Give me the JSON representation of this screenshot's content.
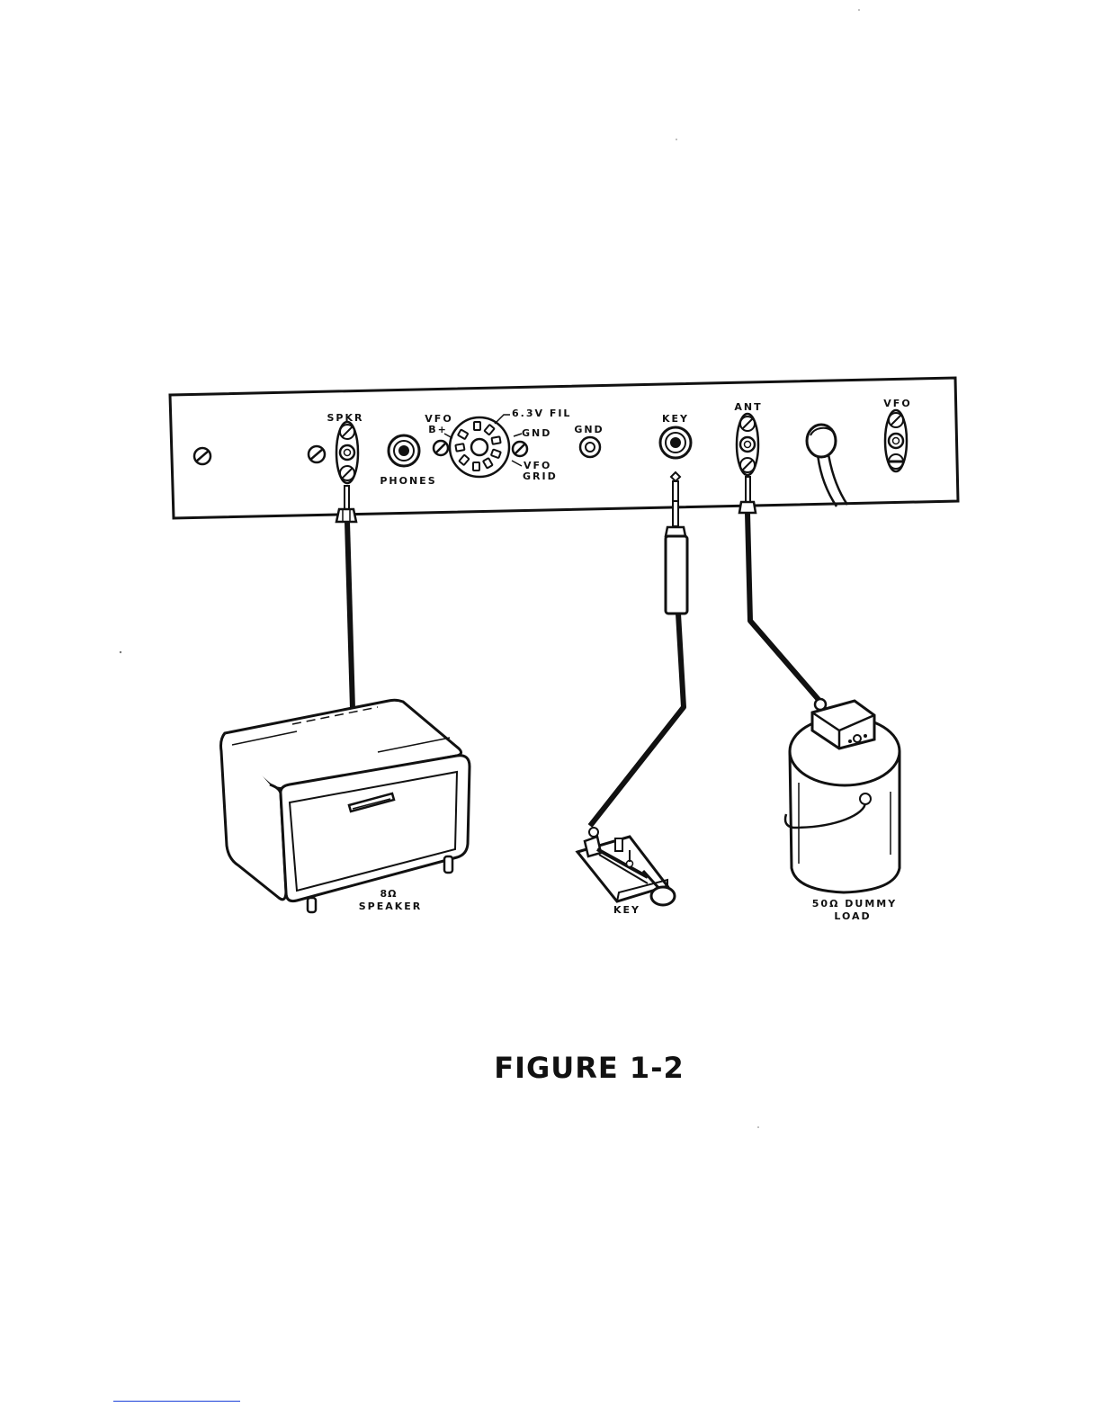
{
  "figure": {
    "caption": "FIGURE 1-2"
  },
  "panel": {
    "labels": {
      "spkr": "SPKR",
      "vfo_bplus_1": "VFO",
      "vfo_bplus_2": "B+",
      "fil": "6.3V FIL",
      "gnd_socket": "GND",
      "vfo_grid_1": "VFO",
      "vfo_grid_2": "GRID",
      "phones": "PHONES",
      "gnd": "GND",
      "key": "KEY",
      "ant": "ANT",
      "vfo": "VFO"
    }
  },
  "devices": {
    "speaker": {
      "line1": "8Ω",
      "line2": "SPEAKER"
    },
    "key": {
      "label": "KEY"
    },
    "dummy_load": {
      "line1": "50Ω DUMMY",
      "line2": "LOAD"
    }
  },
  "icons": {
    "screw": "screw-icon",
    "jack": "phone-jack-icon",
    "tube_socket": "tube-socket-icon",
    "binding_post": "binding-post-icon"
  }
}
